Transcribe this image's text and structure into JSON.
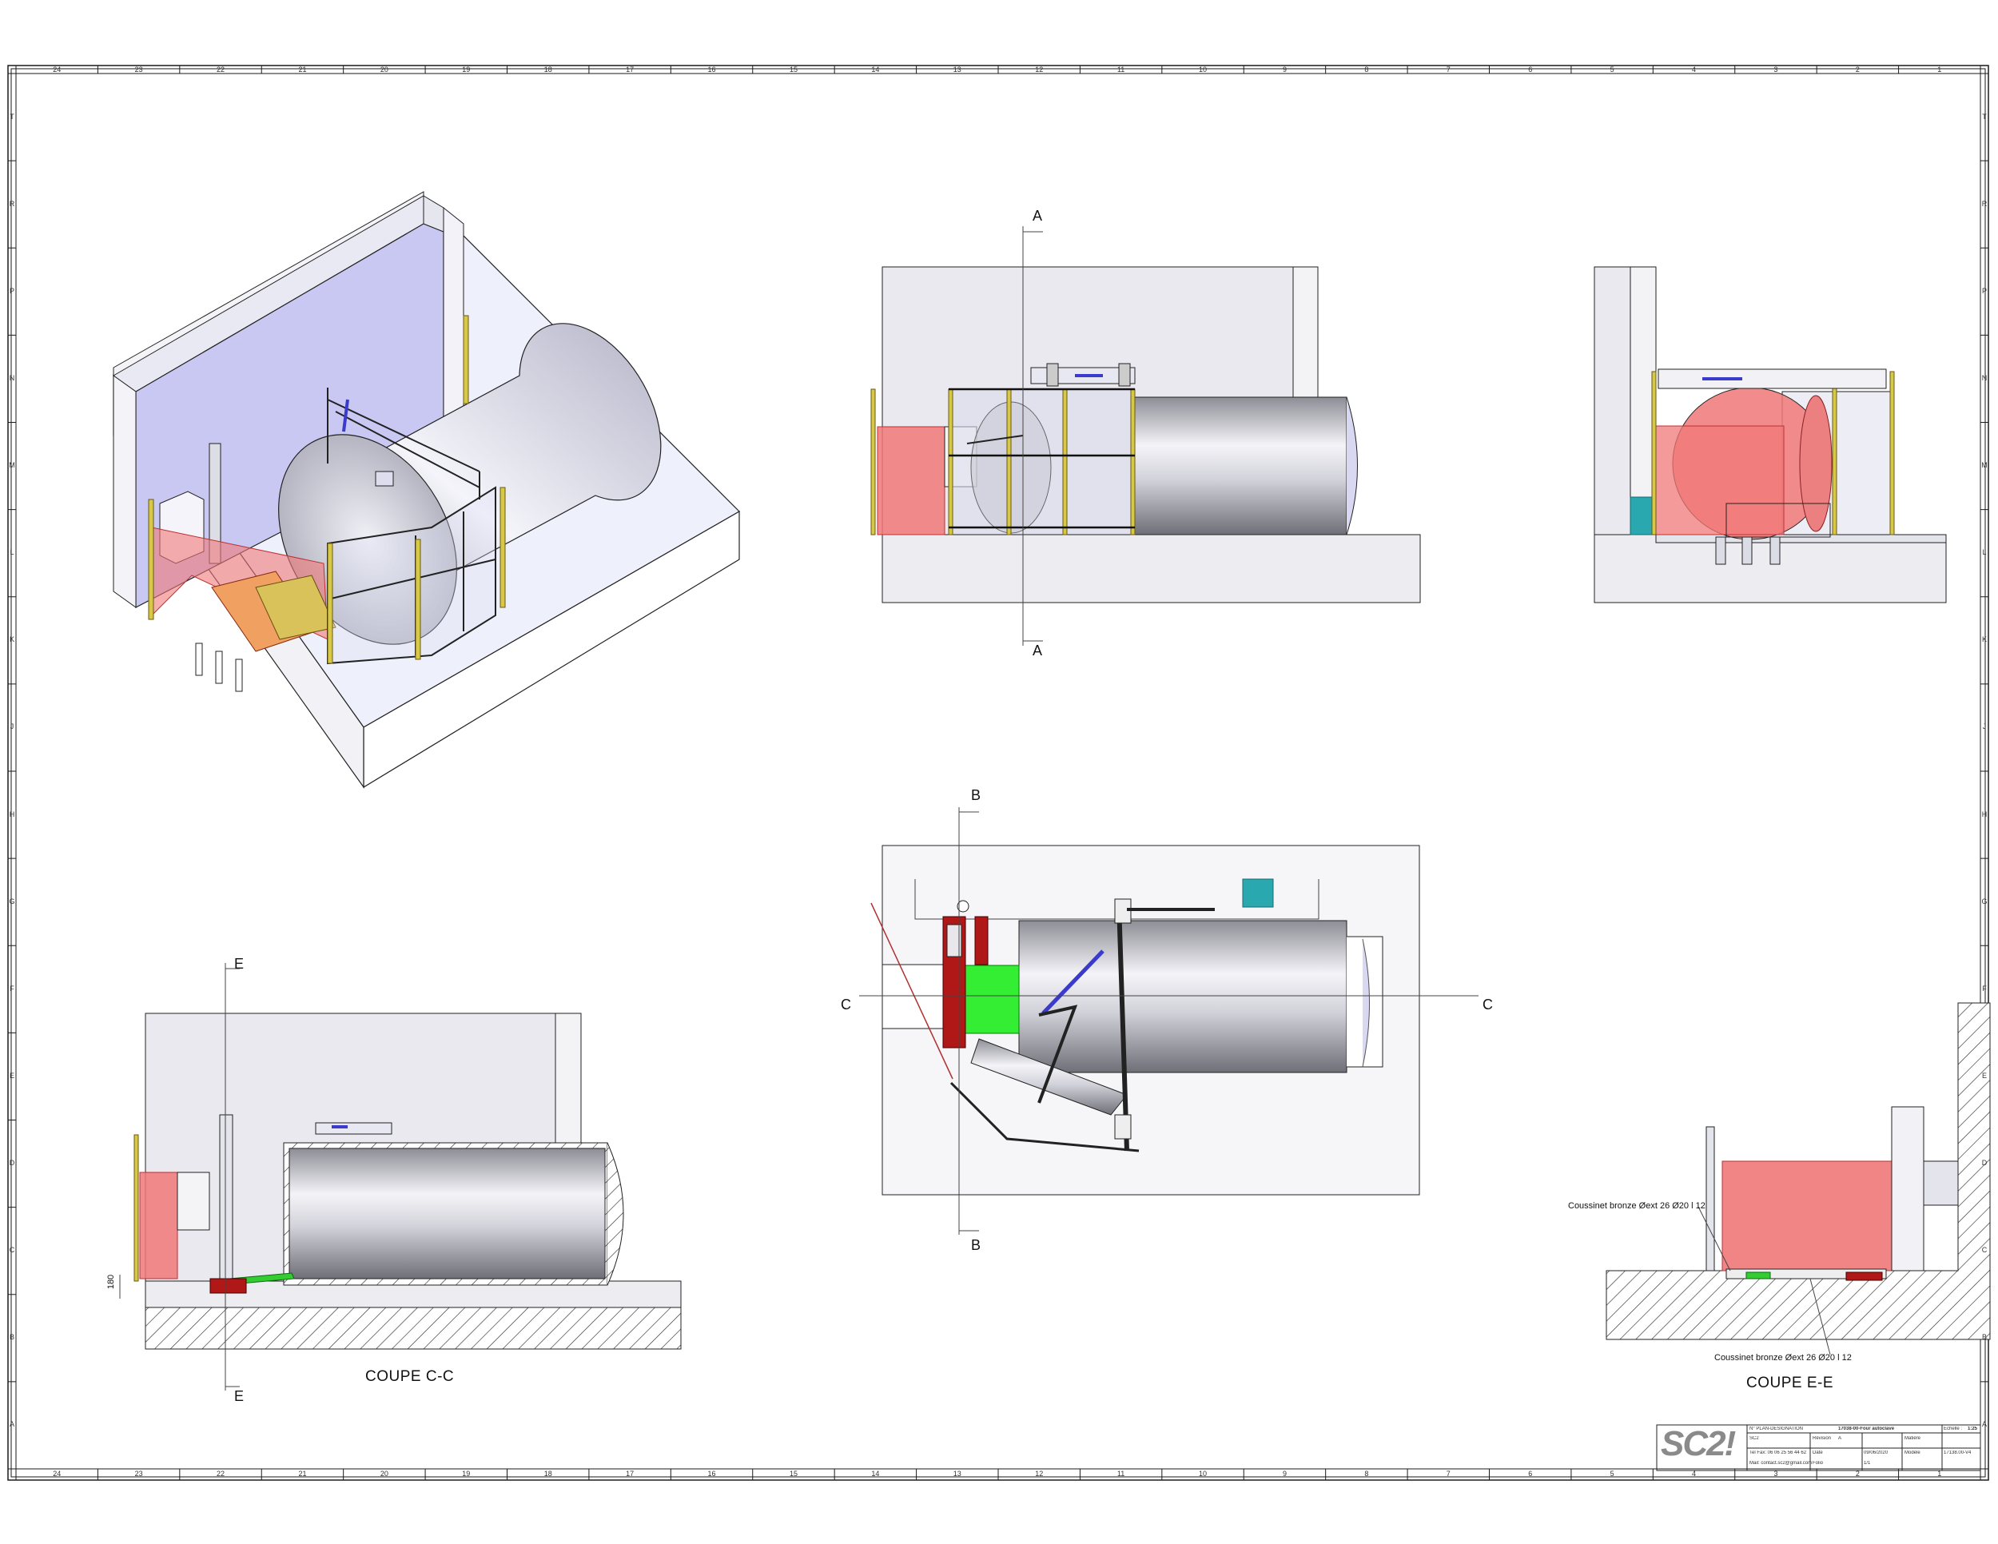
{
  "sheet": {
    "col_labels": [
      "24",
      "23",
      "22",
      "21",
      "20",
      "19",
      "18",
      "17",
      "16",
      "15",
      "14",
      "13",
      "12",
      "11",
      "10",
      "9",
      "8",
      "7",
      "6",
      "5",
      "4",
      "3",
      "2",
      "1"
    ],
    "row_labels": [
      "T",
      "R",
      "P",
      "N",
      "M",
      "L",
      "K",
      "J",
      "H",
      "G",
      "F",
      "E",
      "D",
      "C",
      "B",
      "A"
    ]
  },
  "cuts": {
    "a_top": "A",
    "a_bottom": "A",
    "b_top": "B",
    "b_bottom": "B",
    "c_left": "C",
    "c_right": "C",
    "e_top": "E",
    "e_bottom": "E"
  },
  "views": {
    "section_cc_title": "COUPE C-C",
    "section_ee_title": "COUPE E-E",
    "dimension_180": "180",
    "callout_1": "Coussinet bronze Øext 26 Ø20 l 12",
    "callout_2": "Coussinet bronze Øext 26 Ø20 l 12"
  },
  "title_block": {
    "logo": "SC2!",
    "plan_label": "N° PLAN-DESIGNATION",
    "plan_value": "17038-00-Four autoclave",
    "scale_label": "Echelle :",
    "scale_value": "1:25",
    "revision_label": "Révision",
    "revision_value": "A",
    "material_label": "Matière",
    "date_label": "Date",
    "date_value": "09/06/2020",
    "model_label": "Modèle",
    "model_value": "17138.00-V4",
    "sheet_label": "Folio",
    "sheet_value": "1/1",
    "company": "SC2",
    "phone": "Tel Fax: 06 06 25 56 44 62",
    "email": "Mail: contact.sc2@gmail.com"
  },
  "colors": {
    "frame": "#1a1a1a",
    "wall": "#e9e9ef",
    "wall_iso": "#c9c9f2",
    "safety_zone": "#f07878",
    "cylinder": "#c9c9d2",
    "yellow_post": "#d8c848",
    "green": "#33ee33",
    "cyan": "#2aa8b0",
    "red_part": "#b01818"
  }
}
